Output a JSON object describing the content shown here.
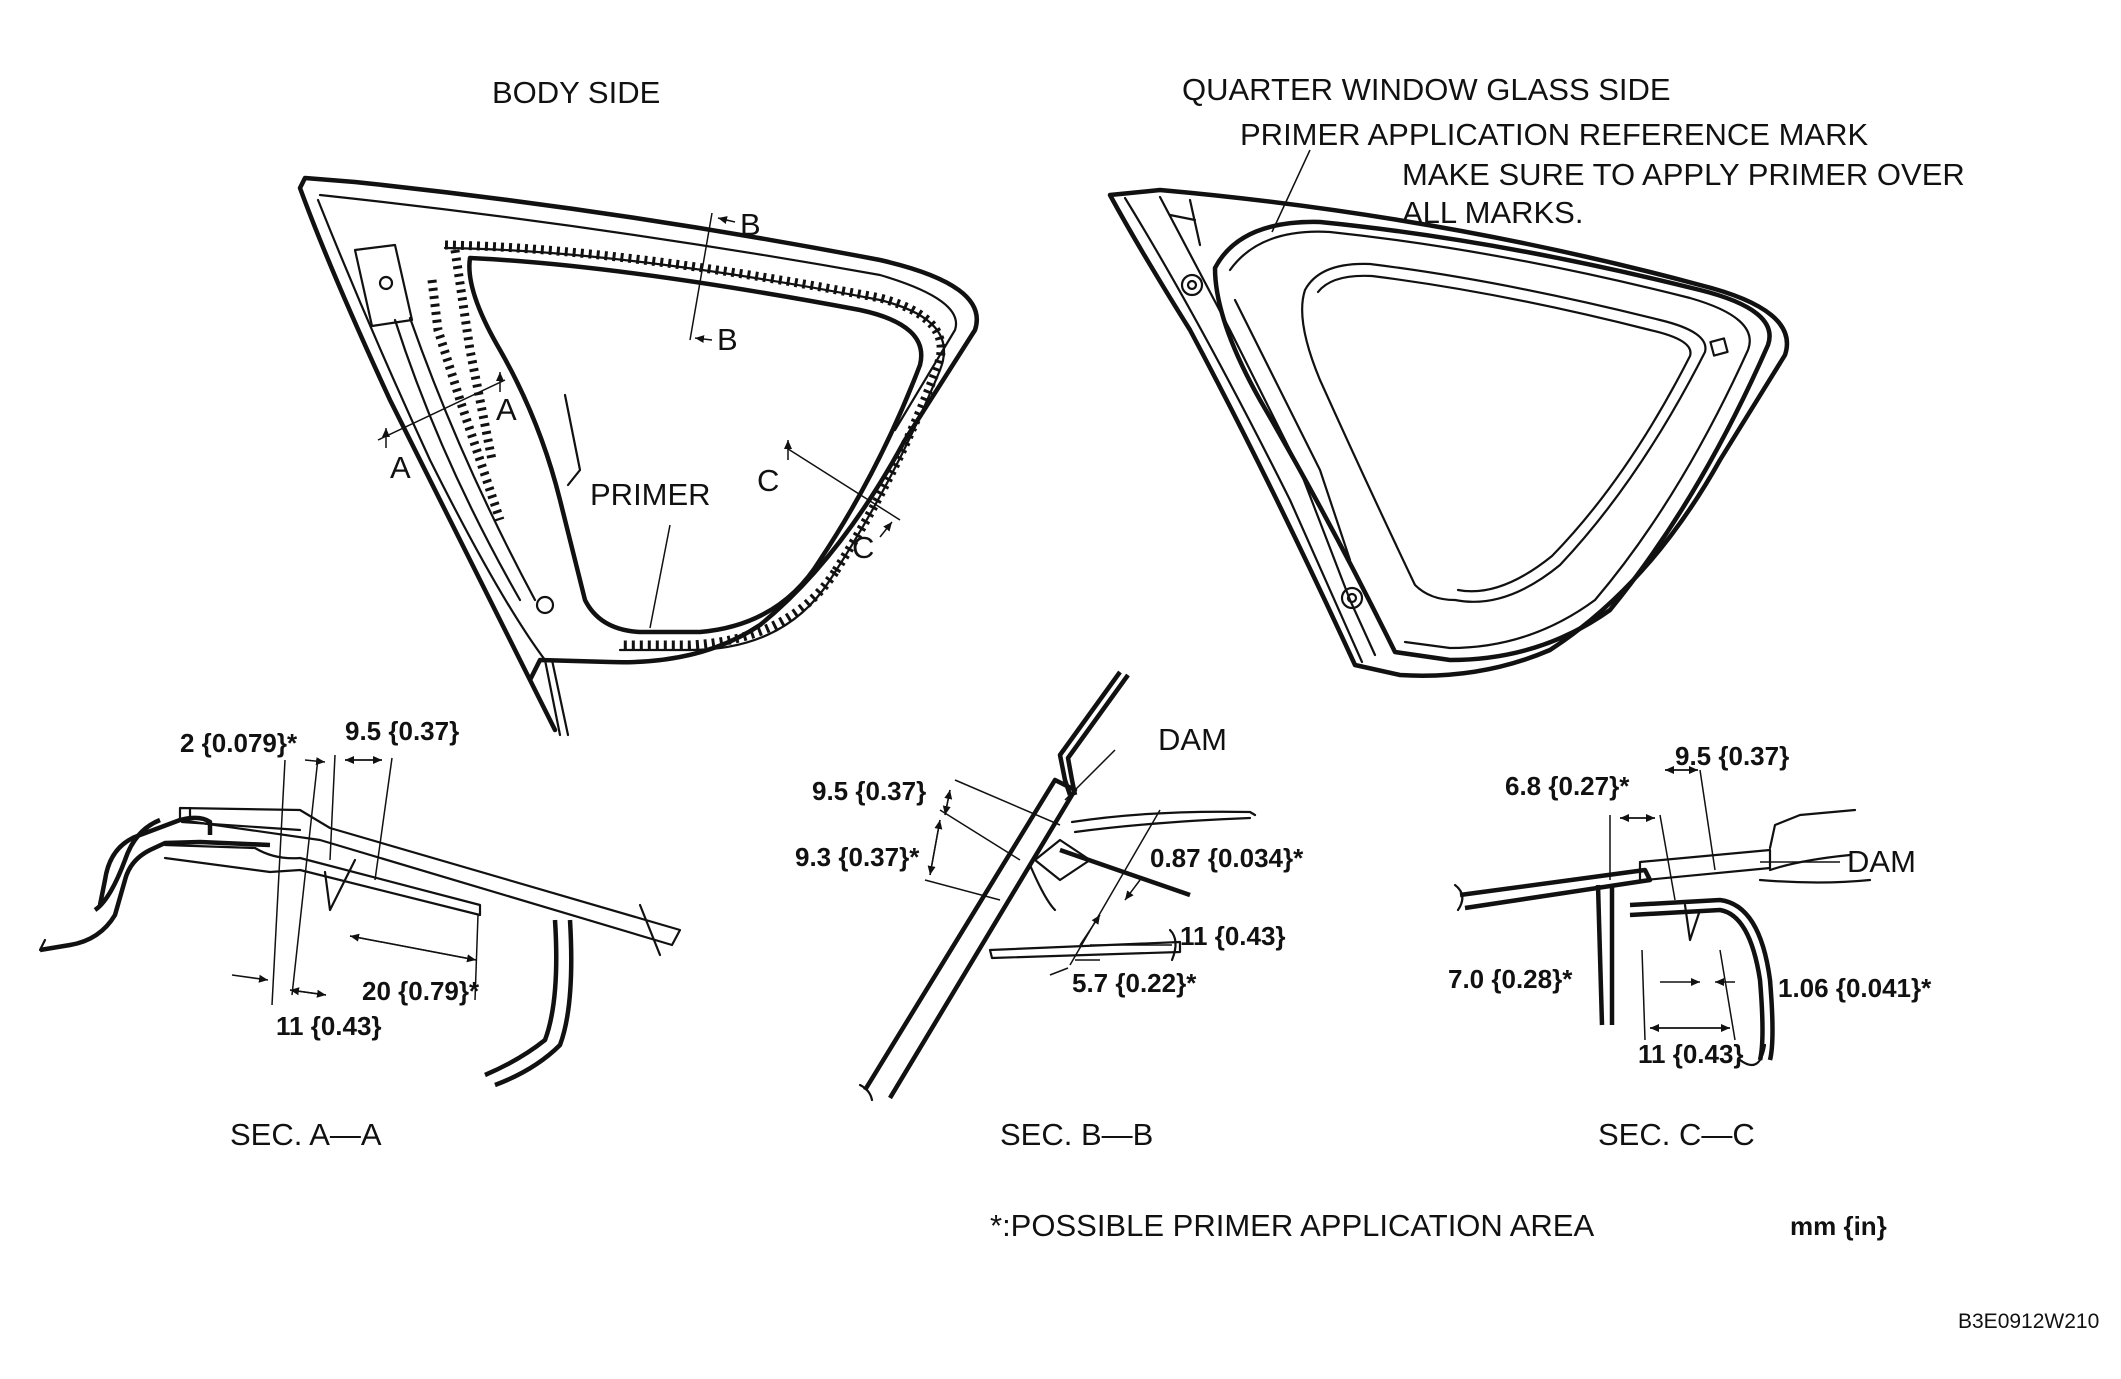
{
  "body_side": {
    "title": "BODY SIDE",
    "primer_label": "PRIMER",
    "section_marks": [
      "A",
      "A",
      "B",
      "B",
      "C",
      "C"
    ]
  },
  "glass_side": {
    "title": "QUARTER WINDOW GLASS SIDE",
    "reference_mark": "PRIMER APPLICATION REFERENCE MARK",
    "note_line1": "MAKE SURE TO APPLY PRIMER OVER",
    "note_line2": "ALL MARKS."
  },
  "sections": {
    "a": {
      "title": "SEC. A—A",
      "dims": [
        "2 {0.079}*",
        "9.5 {0.37}",
        "20 {0.79}*",
        "11 {0.43}"
      ]
    },
    "b": {
      "title": "SEC. B—B",
      "dam": "DAM",
      "dims": [
        "9.5 {0.37}",
        "9.3 {0.37}*",
        "0.87 {0.034}*",
        "11 {0.43}",
        "5.7 {0.22}*"
      ]
    },
    "c": {
      "title": "SEC. C—C",
      "dam": "DAM",
      "dims": [
        "6.8 {0.27}*",
        "9.5 {0.37}",
        "7.0 {0.28}*",
        "1.06 {0.041}*",
        "11 {0.43}"
      ]
    }
  },
  "legend": {
    "note": "*:POSSIBLE PRIMER APPLICATION AREA",
    "units": "mm {in}"
  },
  "figure_code": "B3E0912W210"
}
